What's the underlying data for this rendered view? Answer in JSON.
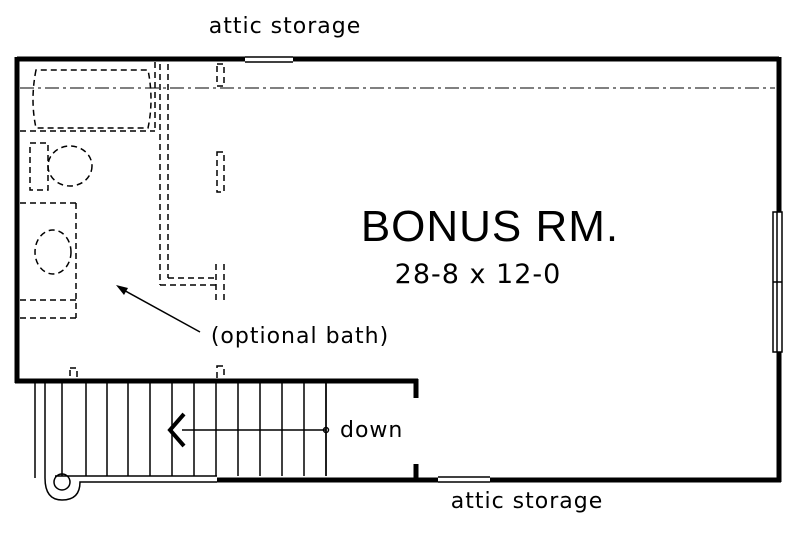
{
  "labels": {
    "attic_top": "attic storage",
    "attic_bottom": "attic storage",
    "room_name": "BONUS RM.",
    "room_dims": "28-8 x 12-0",
    "optional_bath": "(optional bath)",
    "stairs_down": "down"
  }
}
